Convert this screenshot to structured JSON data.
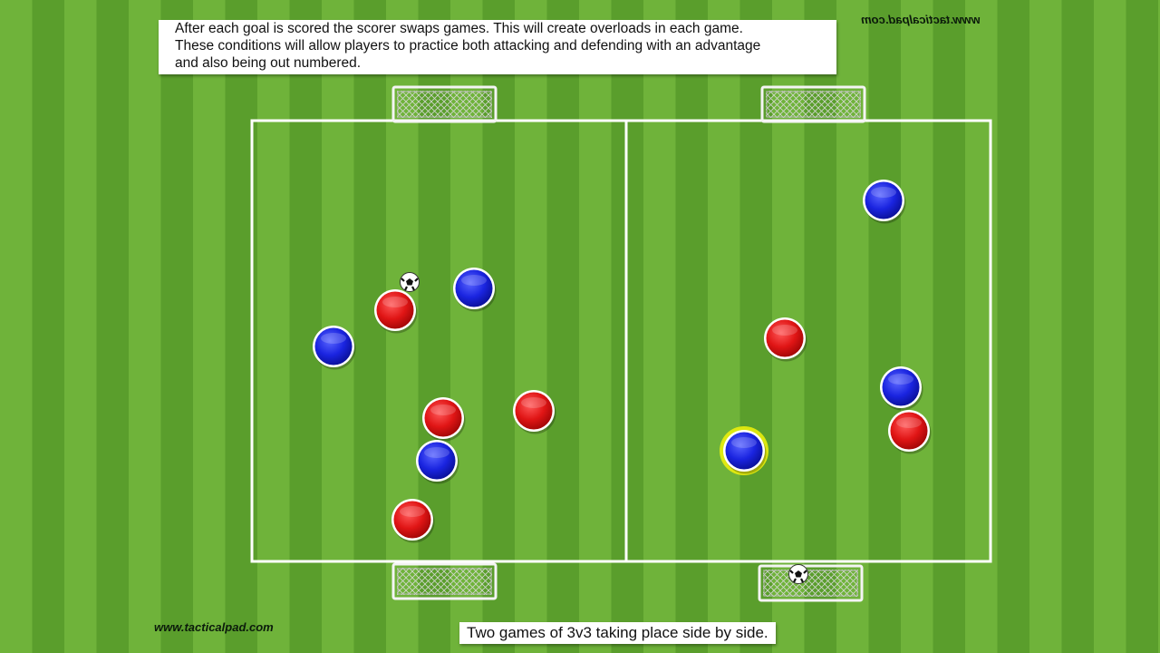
{
  "top_note": {
    "lines": [
      "After each goal is scored the scorer swaps games. This will create overloads in each game.",
      "These conditions will allow players to practice both attacking and defending with an advantage",
      "and also being out numbered."
    ]
  },
  "bottom_note": {
    "text": "Two games of 3v3 taking place side by side."
  },
  "brand": {
    "bottom": "www.tacticalpad.com",
    "top_mirrored": "www.tacticalpad.com"
  },
  "colors": {
    "grass_light": "#6fb33a",
    "grass_dark": "#5a9e2c",
    "red_team": "#e01515",
    "blue_team": "#1a24e0",
    "highlight": "#f2f20a",
    "lines": "#ffffff"
  },
  "teams": {
    "red": "red-team",
    "blue": "blue-team"
  },
  "icons": {
    "ball": "ball-icon",
    "goal": "goal-net"
  }
}
